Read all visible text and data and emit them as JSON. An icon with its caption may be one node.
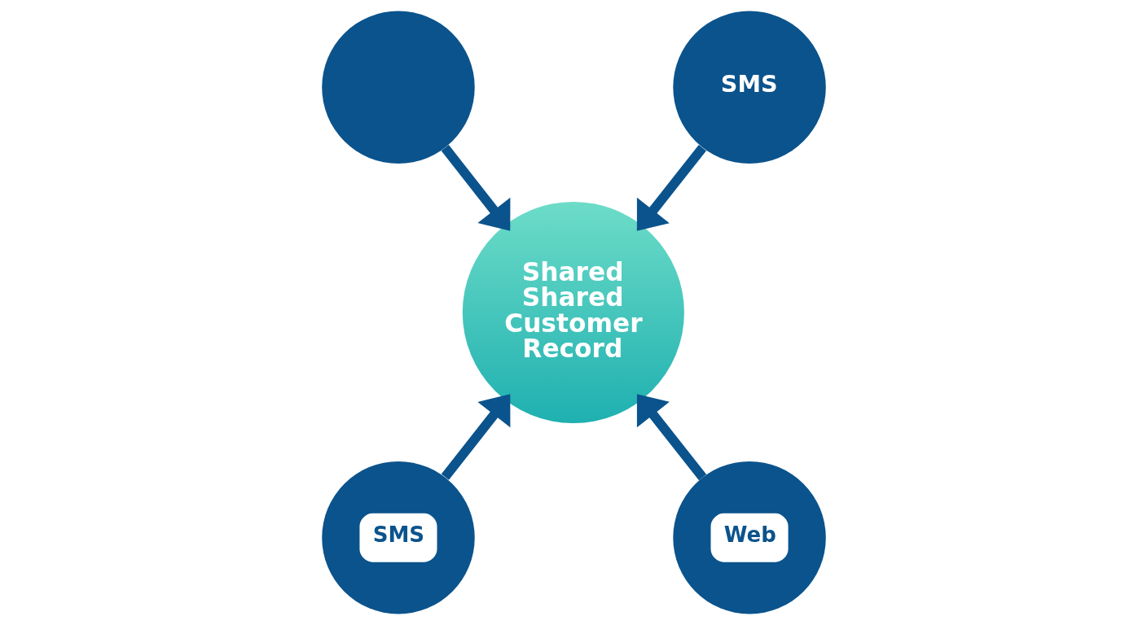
{
  "diagram": {
    "nodes": [
      {
        "text": [],
        "shape": "circle"
      },
      {
        "text": [
          "SMS"
        ]
      },
      {
        "text": [
          "Shared Shared Customer Record"
        ]
      },
      {
        "text": [
          "SMS"
        ]
      },
      {
        "text": [
          "Web"
        ]
      }
    ],
    "edges": [
      {
        "from": 0,
        "to": 2,
        "arrow": "to"
      },
      {
        "from": 1,
        "to": 2,
        "arrow": "to"
      },
      {
        "from": 3,
        "to": 2,
        "arrow": "to"
      },
      {
        "from": 4,
        "to": 2,
        "arrow": "to"
      }
    ]
  }
}
